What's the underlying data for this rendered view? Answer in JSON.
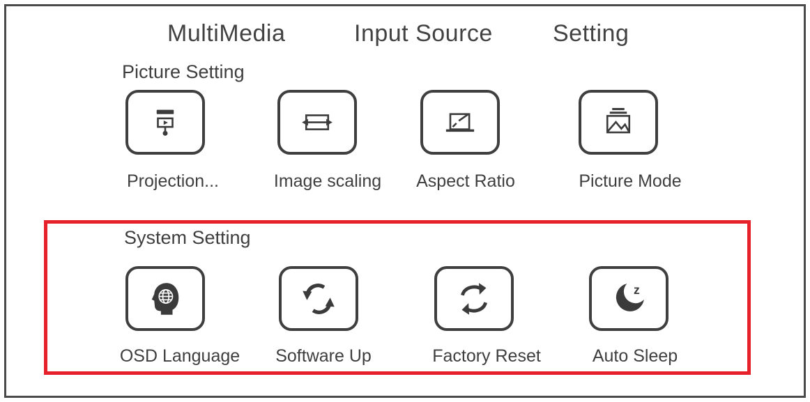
{
  "window": {
    "background": "#ffffff",
    "frame_border_color": "#4a4a4a"
  },
  "colors": {
    "text": "#3e3e3e",
    "icon": "#3b3b3b",
    "icon_box_border": "#3f3f3f",
    "highlight_border": "#e62129"
  },
  "tabs": [
    {
      "label": "MultiMedia"
    },
    {
      "label": "Input Source"
    },
    {
      "label": "Setting"
    }
  ],
  "icons": {
    "sleep_z": "z"
  },
  "sections": [
    {
      "title": "Picture Setting",
      "highlighted": false,
      "items": [
        {
          "label": "Projection...",
          "icon": "projection-screen-icon"
        },
        {
          "label": "Image scaling",
          "icon": "image-scaling-icon"
        },
        {
          "label": "Aspect Ratio",
          "icon": "aspect-ratio-icon"
        },
        {
          "label": "Picture Mode",
          "icon": "picture-mode-icon"
        }
      ]
    },
    {
      "title": "System Setting",
      "highlighted": true,
      "items": [
        {
          "label": "OSD Language",
          "icon": "osd-language-icon"
        },
        {
          "label": "Software Up",
          "icon": "software-update-icon"
        },
        {
          "label": "Factory Reset",
          "icon": "factory-reset-icon"
        },
        {
          "label": "Auto Sleep",
          "icon": "auto-sleep-icon"
        }
      ]
    }
  ]
}
